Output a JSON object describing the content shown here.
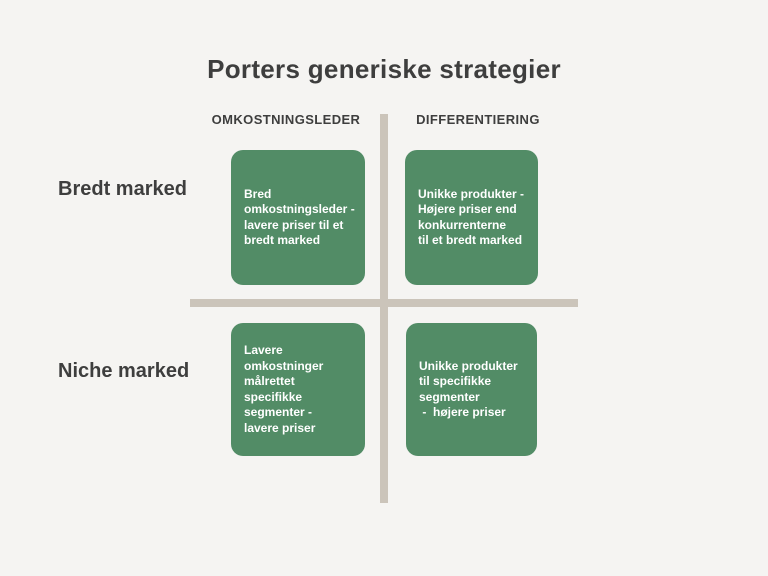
{
  "title": "Porters generiske strategier",
  "colors": {
    "background": "#f5f4f2",
    "cell_green": "#528c66",
    "divider_beige": "#cbc4ba",
    "heading_text": "#3e3e3e",
    "cell_text": "#ffffff"
  },
  "matrix": {
    "column_headers": [
      {
        "label": "OMKOSTNINGSLEDER"
      },
      {
        "label": "DIFFERENTIERING"
      }
    ],
    "row_labels": [
      {
        "label": "Bredt marked"
      },
      {
        "label": "Niche marked"
      }
    ],
    "cells": [
      {
        "row": "Bredt marked",
        "column": "OMKOSTNINGSLEDER",
        "text": "Bred\nomkostningsleder -\nlavere priser til et\nbredt marked"
      },
      {
        "row": "Bredt marked",
        "column": "DIFFERENTIERING",
        "text": "Unikke produkter -\nHøjere priser end\nkonkurrenterne\ntil et bredt marked"
      },
      {
        "row": "Niche marked",
        "column": "OMKOSTNINGSLEDER",
        "text": "Lavere\nomkostninger\nmålrettet\nspecifikke\nsegmenter -\nlavere priser"
      },
      {
        "row": "Niche marked",
        "column": "DIFFERENTIERING",
        "text": "Unikke produkter\ntil specifikke\nsegmenter\n -  højere priser"
      }
    ]
  }
}
